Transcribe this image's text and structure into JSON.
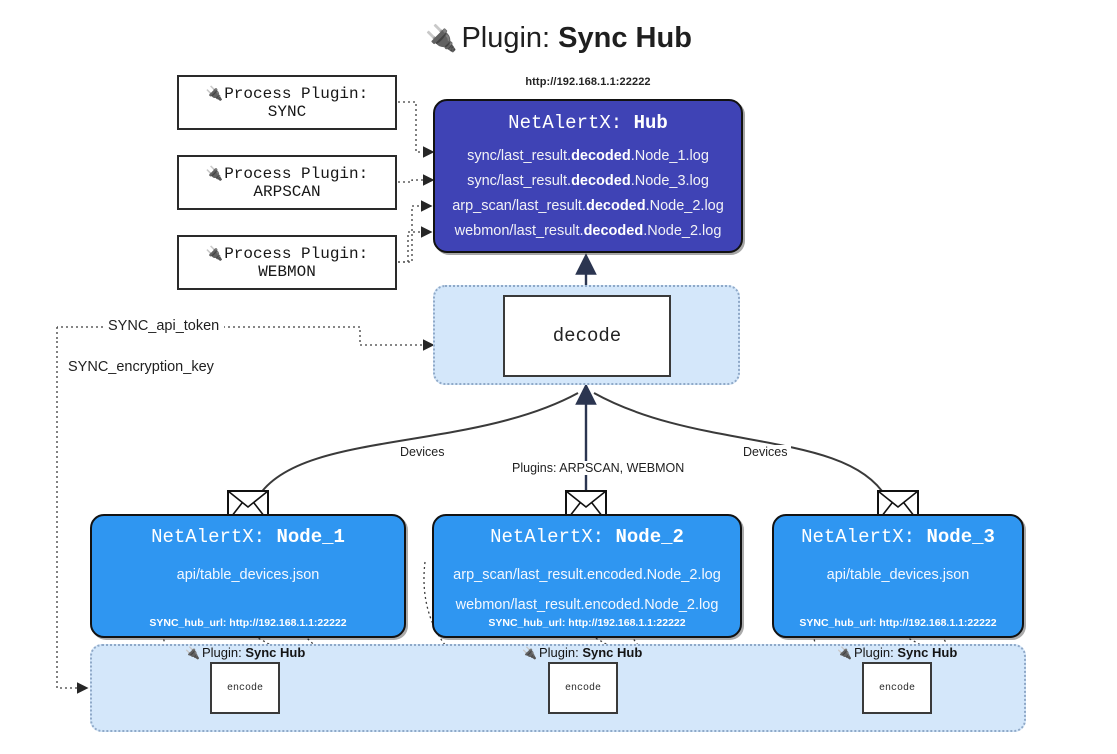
{
  "title": {
    "icon": "electric-plug-icon",
    "prefix": "Plugin:",
    "name": "Sync Hub",
    "glyph": "🔌"
  },
  "process_plugins": [
    {
      "label": "Process Plugin:",
      "name": "SYNC"
    },
    {
      "label": "Process Plugin:",
      "name": "ARPSCAN"
    },
    {
      "label": "Process Plugin:",
      "name": "WEBMON"
    }
  ],
  "hub": {
    "url": "http://192.168.1.1:22222",
    "title_prefix": "NetAlertX:",
    "title_name": "Hub",
    "logs": [
      {
        "pre": "sync/last_result.",
        "mid": "decoded",
        "post": ".Node_1.log"
      },
      {
        "pre": "sync/last_result.",
        "mid": "decoded",
        "post": ".Node_3.log"
      },
      {
        "pre": "arp_scan/last_result.",
        "mid": "decoded",
        "post": ".Node_2.log"
      },
      {
        "pre": "webmon/last_result.",
        "mid": "decoded",
        "post": ".Node_2.log"
      }
    ]
  },
  "decode": {
    "label": "decode"
  },
  "keys": [
    {
      "label": "SYNC_api_token"
    },
    {
      "label": "SYNC_encryption_key"
    }
  ],
  "edge_labels": {
    "devices_left": "Devices",
    "devices_right": "Devices",
    "plugins_center": "Plugins: ARPSCAN, WEBMON"
  },
  "nodes": [
    {
      "title_prefix": "NetAlertX:",
      "title_name": "Node_1",
      "lines": [
        "api/table_devices.json"
      ],
      "footer": "SYNC_hub_url: http://192.168.1.1:22222"
    },
    {
      "title_prefix": "NetAlertX:",
      "title_name": "Node_2",
      "lines": [
        "arp_scan/last_result.encoded.Node_2.log",
        "webmon/last_result.encoded.Node_2.log"
      ],
      "footer": "SYNC_hub_url: http://192.168.1.1:22222"
    },
    {
      "title_prefix": "NetAlertX:",
      "title_name": "Node_3",
      "lines": [
        "api/table_devices.json"
      ],
      "footer": "SYNC_hub_url: http://192.168.1.1:22222"
    }
  ],
  "encoders": [
    {
      "plugin_prefix": "Plugin:",
      "plugin_name": "Sync Hub",
      "label": "encode",
      "glyph": "🔌"
    },
    {
      "plugin_prefix": "Plugin:",
      "plugin_name": "Sync Hub",
      "label": "encode",
      "glyph": "🔌"
    },
    {
      "plugin_prefix": "Plugin:",
      "plugin_name": "Sync Hub",
      "label": "encode",
      "glyph": "🔌"
    }
  ],
  "colors": {
    "hub_fill": "#3f43b5",
    "node_fill": "#2f96f1",
    "container_fill": "#d4e7fa",
    "container_border": "#8fa9c8",
    "stroke": "#2a2a2a",
    "background": "#ffffff"
  }
}
